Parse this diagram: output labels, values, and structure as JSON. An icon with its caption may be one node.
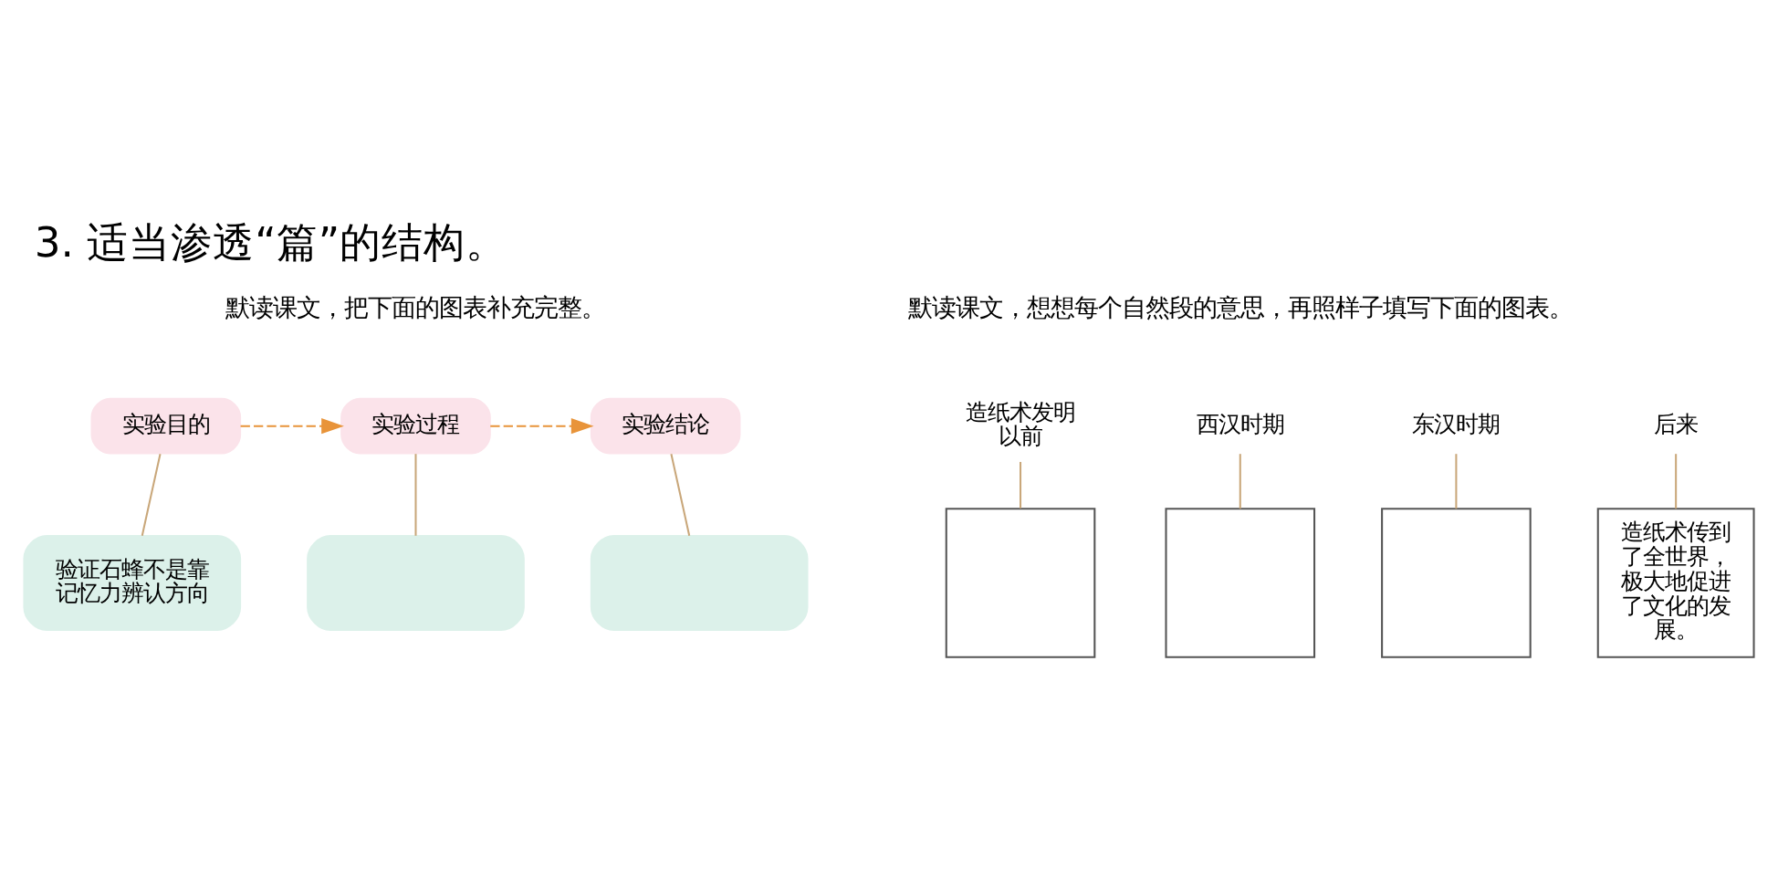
{
  "diagram": {
    "title": "3. 适当渗透“篇”的结构。",
    "nodes": [
      {
        "text": [
          "实验目的"
        ]
      },
      {
        "text": [
          "实验过程"
        ]
      },
      {
        "text": [
          "实验结论"
        ]
      },
      {
        "text": [
          "验证石蜂不是靠记忆力辨认方向"
        ]
      },
      {
        "text": [],
        "shape": "box"
      },
      {
        "text": [],
        "shape": "box"
      },
      {
        "text": [
          "造纸术发明以前"
        ]
      },
      {
        "text": [
          "西汉时期"
        ]
      },
      {
        "text": [
          "东汉时期"
        ]
      },
      {
        "text": [
          "后来"
        ]
      },
      {
        "text": [],
        "shape": "box"
      },
      {
        "text": [],
        "shape": "box"
      },
      {
        "text": [],
        "shape": "box"
      },
      {
        "text": [
          "造纸术传到了全世界，极大地促进了文化的发展。"
        ]
      }
    ],
    "edges": [
      {
        "from": 0,
        "to": 1,
        "arrow": "to",
        "style": "dashed",
        "color": "#e8943a"
      },
      {
        "from": 1,
        "to": 2,
        "arrow": "to",
        "style": "dashed",
        "color": "#e8943a"
      },
      {
        "from": 0,
        "to": 3,
        "arrow": "none"
      },
      {
        "from": 1,
        "to": 4,
        "arrow": "none"
      },
      {
        "from": 2,
        "to": 5,
        "arrow": "none"
      },
      {
        "from": 6,
        "to": 10,
        "arrow": "none"
      },
      {
        "from": 7,
        "to": 11,
        "arrow": "none"
      },
      {
        "from": 8,
        "to": 12,
        "arrow": "none"
      },
      {
        "from": 9,
        "to": 13,
        "arrow": "none"
      }
    ],
    "labels": [
      "默读课文，把下面的图表补充完整。",
      "默读课文，想想每个自然段的意思，再照样子填写下面的图表。"
    ]
  }
}
